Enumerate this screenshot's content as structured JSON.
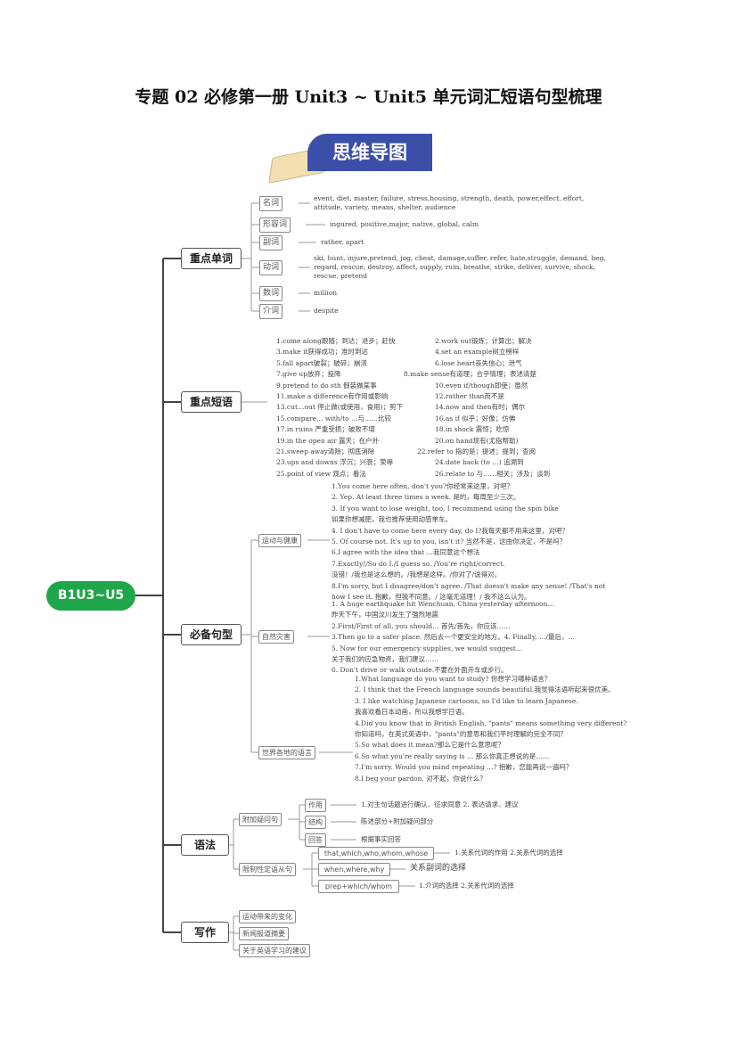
{
  "title": "专题 02  必修第一册 Unit3 ~ Unit5 单元词汇短语句型梳理",
  "banner": "思维导图",
  "root": "B1U3~U5",
  "branches": {
    "words": {
      "label": "重点单词",
      "items": [
        {
          "label": "名词",
          "text": "event, diet, master, failure, stress,housing, strength, death, power,effect, effort,",
          "text2": "attitude, variety, means, shelter, audience"
        },
        {
          "label": "形容词",
          "text": "ingured, positive,major, native,  global, calm"
        },
        {
          "label": "副词",
          "text": "rather, apart"
        },
        {
          "label": "动词",
          "text": "ski, hunt, injure,pretend, jog, cheat, damage,suffer, refer, hate,struggle, demand, beg,",
          "text2": "regard, rescue, destroy, affect, supply, ruin, breathe, strike, deliver, survive, shock,",
          "text3": "rescue, pretend"
        },
        {
          "label": "数词",
          "text": "million"
        },
        {
          "label": "介词",
          "text": "despite"
        }
      ]
    },
    "phrases": {
      "label": "重点短语",
      "left": [
        "1.come along跟随；到达；进步；赶快",
        "3.make it获得成功；准时到达",
        "5.fall apart破裂；破碎；崩溃",
        "7.give up放弃；投降",
        "9.pretend to do sth 假装做某事",
        "11.make a difference有作用或影响",
        "13.cut…out 停止做(或使用，食用)；剪下",
        "15.compare… with/to …与……比较",
        "17.in ruins 严重受损；破败不堪",
        "19.in the open air 露天；在户外",
        "21.sweep away清除；彻底消除",
        "23.ups and downs 浮沉；兴衰；荣辱",
        "25.point of view   观点；看法"
      ],
      "right": [
        "2.work out锻炼；计算出；解决",
        "4.set an example树立榜样",
        "6.lose heart丧失信心；泄气",
        "8.make sense有道理；合乎情理；表述清楚",
        "10.even if/though即使；虽然",
        "12.rather than而不是",
        "14.now and then有时；偶尔",
        "16.as if 似乎；好像；仿佛",
        "18.in shock 震惊；吃惊",
        "20.on hand现有(尤指帮助)",
        "22.refer to 指的是；提述；提到；查阅",
        "24.date back (to …) 追溯到",
        "26.relate  to 与……相关；涉及；谈到"
      ]
    },
    "sentences": {
      "label": "必备句型",
      "groups": [
        {
          "label": "运动与健康",
          "lines": [
            "1.You come here often, don't you?你经常来这里，对吧？",
            "2. Yep. At least three times a week. 是的，每周至少三次。",
            "3. If you want to lose weight, too, I recommend using the spin bike",
            "如果你想减肥，我也推荐使用动感单车。",
            "4. I don't have to come here every day, do I?我每天都不用来这里，对吧？",
            "5. Of course not. It's up to you, isn't it? 当然不是，这由你决定，不是吗？",
            "6.I agree with the idea that …我同意这个想法",
            "7.Exactly!/So do I./I guess so. /You're right/correct.",
            "没错！/我也是这么想的。/我想是这样。/你对了/说得对。",
            "8.I'm sorry, but I disagree/don't agree. /That doesn't make any sense! /That's not",
            "how I see it. 抱歉，但我不同意。/ 这毫无道理！/ 我不这么认为。"
          ]
        },
        {
          "label": "自然灾害",
          "lines": [
            "1. A huge earthquake hit Wenchuan, China yesterday afternoon…",
            "昨天下午，中国汶川发生了强烈地震",
            "2.First/First of all, you should… 首先/首先，你应该……",
            "3.Then go to a safer place. 然后去一个更安全的地方。4. Finally, …/最后，…",
            "5. Now for our emergency supplies, we would suggest…",
            "关于我们的应急物资，我们建议……",
            "6. Don't drive or walk outside.不要在外面开车或步行。"
          ]
        },
        {
          "label": "世界各地的语言",
          "lines": [
            "1.What language do you want to study? 你想学习哪种语言？",
            "2. I think that the French language sounds beautiful.我觉得法语听起来很优美。",
            "3. I like watching Japanese cartoons, so I'd like to learn Japanese.",
            "我喜欢看日本动画，所以我想学日语。",
            "4.Did you know that in British English, \"pants\" means something very different?",
            "你知道吗，在英式英语中，\"pants\"的意思和我们平时理解的完全不同？",
            "5.So what does it mean?那么它是什么意思呢？",
            "6.So what you're really saying is … 那么你真正想说的是……",
            "7.I'm sorry. Would you mind repeating …? 抱歉，您能再说一遍吗？",
            "8.I beg your pardon. 对不起，你说什么？"
          ]
        }
      ]
    },
    "grammar": {
      "label": "语法",
      "groups": [
        {
          "label": "附加疑问句",
          "items": [
            {
              "label": "作用",
              "text": "1.对主句话题进行确认、征求同意 2. 表达请求、建议"
            },
            {
              "label": "结构",
              "text": "陈述部分+附加疑问部分"
            },
            {
              "label": "回答",
              "text": "根据事实回答"
            }
          ]
        },
        {
          "label": "限制性定语从句",
          "items": [
            {
              "label": "that,which,who,whom,whose",
              "text": "1.关系代词的作用  2.关系代词的选择"
            },
            {
              "label": "when,where,why",
              "text": "关系副词的选择"
            },
            {
              "label": "prep+which/whom",
              "text": "1.介词的选择 2.关系代词的选择"
            }
          ]
        }
      ]
    },
    "writing": {
      "label": "写作",
      "items": [
        "运动带来的变化",
        "新闻报道摘要",
        "关于英语学习的建议"
      ]
    }
  }
}
